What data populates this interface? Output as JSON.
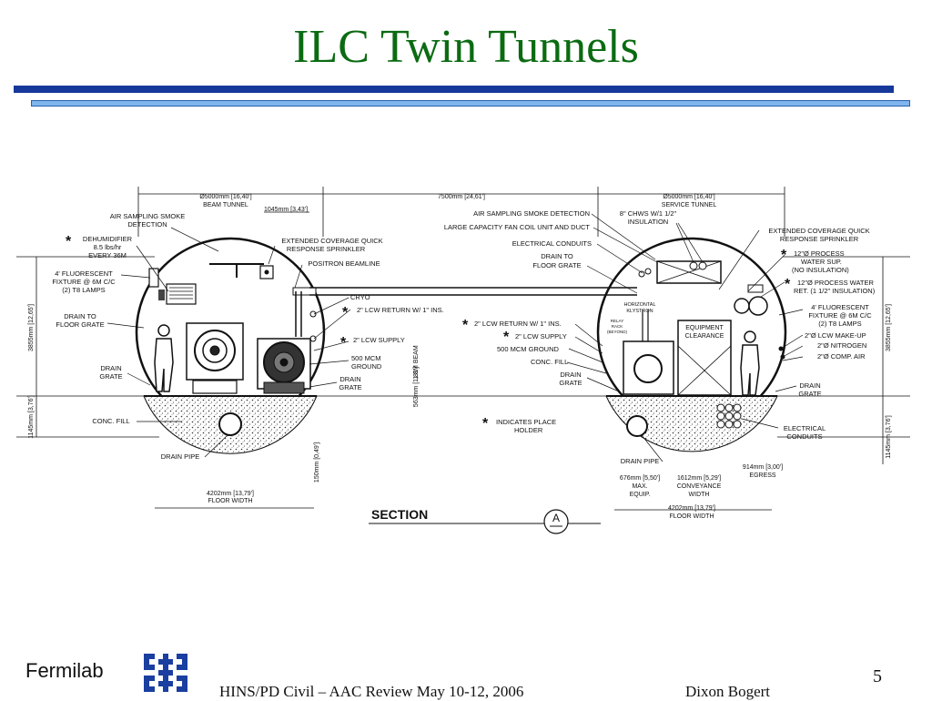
{
  "slide": {
    "title": "ILC Twin Tunnels",
    "page_number": "5",
    "colors": {
      "title": "#0b6b12",
      "bar_dark": "#16389a",
      "bar_light": "#7fb6ee"
    }
  },
  "footer": {
    "brand": "Fermilab",
    "center": "HINS/PD Civil – AAC Review May 10-12, 2006",
    "author": "Dixon Bogert",
    "logo_icon": "fermilab-logo-icon"
  },
  "diagram": {
    "dims": {
      "beam_dia": "Ø5000mm [16,40']",
      "beam_name": "BEAM TUNNEL",
      "sep": "7500mm [24,61']",
      "service_dia": "Ø5000mm [16,40']",
      "service_name": "SERVICE TUNNEL",
      "offset": "1045mm [3,43']",
      "left_h1": "3855mm [12,65']",
      "left_h2": "1145mm [3,76']",
      "right_h1": "3855mm [12,65']",
      "right_h2": "1145mm [3,76']",
      "beam_h": "1.8M BEAM",
      "beam_h2": "563mm [1,81']",
      "drain_depth": "150mm [0,49']",
      "floor_left_1": "4202mm [13,79']",
      "floor_left_2": "FLOOR WIDTH",
      "floor_right_1": "4202mm [13,79']",
      "floor_right_2": "FLOOR WIDTH",
      "equip_1": "676mm [5,50']",
      "equip_2": "MAX.",
      "equip_3": "EQUIP.",
      "conv_1": "1612mm [5,29']",
      "conv_2": "CONVEYANCE",
      "conv_3": "WIDTH",
      "egress_1": "914mm [3,00']",
      "egress_2": "EGRESS"
    },
    "left_labels": {
      "air1": "AIR SAMPLING SMOKE",
      "air2": "DETECTION",
      "dehum1": "DEHUMIDIFIER",
      "dehum2": "8.5 lbs/hr",
      "dehum3": "EVERY 36M",
      "fluor1": "4' FLUORESCENT",
      "fluor2": "FIXTURE @ 6M C/C",
      "fluor3": "(2) T8 LAMPS",
      "drainfloor1": "DRAIN TO",
      "drainfloor2": "FLOOR GRATE",
      "draingrate1": "DRAIN",
      "draingrate2": "GRATE",
      "concfill": "CONC. FILL",
      "drainpipe": "DRAIN PIPE",
      "ext1": "EXTENDED COVERAGE QUICK",
      "ext2": "RESPONSE SPRINKLER",
      "positron": "POSITRON BEAMLINE",
      "cryo": "CRYO",
      "lcw_return": "2\" LCW RETURN W/ 1\" INS.",
      "lcw_supply": "2\" LCW SUPPLY",
      "mcm1": "500 MCM",
      "mcm2": "GROUND",
      "draingrate_c1": "DRAIN",
      "draingrate_c2": "GRATE",
      "placeholder1": "INDICATES PLACE",
      "placeholder2": "HOLDER"
    },
    "right_labels": {
      "air": "AIR SAMPLING SMOKE DETECTION",
      "fan": "LARGE CAPACITY FAN COIL UNIT AND DUCT",
      "elec": "ELECTRICAL CONDUITS",
      "drainfloor1": "DRAIN TO",
      "drainfloor2": "FLOOR GRATE",
      "chws1": "8\" CHWS W/1 1/2\"",
      "chws2": "INSULATION",
      "lcw_return": "2\" LCW RETURN W/ 1\" INS.",
      "lcw_supply": "2\" LCW SUPPLY",
      "mcm": "500 MCM GROUND",
      "concfill": "CONC. FILL",
      "draingrate1": "DRAIN",
      "draingrate2": "GRATE",
      "klystron1": "HORIZONTAL",
      "klystron2": "KLYSTRON",
      "relay1": "RELAY",
      "relay2": "RACK",
      "relay3": "(BEYOND)",
      "equip1": "EQUIPMENT",
      "equip2": "CLEARANCE",
      "ext1": "EXTENDED COVERAGE QUICK",
      "ext2": "RESPONSE SPRINKLER",
      "proc1": "12\"Ø PROCESS",
      "proc2": "WATER SUP.",
      "proc3": "(NO INSULATION)",
      "procret1": "12\"Ø PROCESS WATER",
      "procret2": "RET. (1 1/2\" INSULATION)",
      "fluor1": "4' FLUORESCENT",
      "fluor2": "FIXTURE @ 6M C/C",
      "fluor3": "(2) T8 LAMPS",
      "makeup": "2\"Ø LCW MAKE-UP",
      "nitrogen": "2\"Ø NITROGEN",
      "compair": "2\"Ø COMP. AIR",
      "draingrate_r1": "DRAIN",
      "draingrate_r2": "GRATE",
      "eleccond1": "ELECTRICAL",
      "eleccond2": "CONDUITS",
      "drainpipe": "DRAIN PIPE"
    },
    "section_label": "SECTION",
    "section_marker": "A",
    "asterisk": "*"
  }
}
